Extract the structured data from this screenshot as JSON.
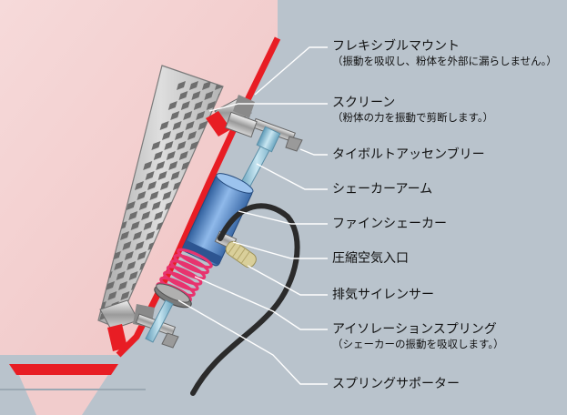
{
  "colors": {
    "background": "#b9c3cc",
    "hopper": "#f4d1d1",
    "flange": "#e81d24",
    "screen": "#c6c6c6",
    "spring": "#e8336e",
    "shaker": "#5a8fcf",
    "rod": "#7fb6cf",
    "hose": "#2b2b2b",
    "leader": "#ffffff"
  },
  "labels": [
    {
      "id": "flexible-mount",
      "text": "フレキシブルマウント",
      "note": "（振動を吸収し、粉体を外部に漏らしません。）"
    },
    {
      "id": "screen",
      "text": "スクリーン",
      "note": "（粉体の力を振動で剪断します。）"
    },
    {
      "id": "tie-bolt-assembly",
      "text": "タイボルトアッセンブリー",
      "note": ""
    },
    {
      "id": "shaker-arm",
      "text": "シェーカーアーム",
      "note": ""
    },
    {
      "id": "fine-shaker",
      "text": "ファインシェーカー",
      "note": ""
    },
    {
      "id": "compressed-air-inlet",
      "text": "圧縮空気入口",
      "note": ""
    },
    {
      "id": "exhaust-silencer",
      "text": "排気サイレンサー",
      "note": ""
    },
    {
      "id": "isolation-spring",
      "text": "アイソレーションスプリング",
      "note": "（シェーカーの振動を吸収します。）"
    },
    {
      "id": "spring-supporter",
      "text": "スプリングサポーター",
      "note": ""
    }
  ]
}
